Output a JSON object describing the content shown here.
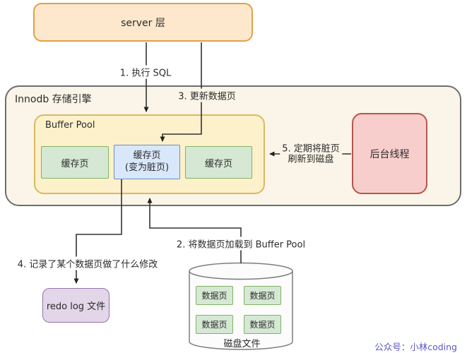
{
  "nodes": {
    "server": {
      "label": "server 层"
    },
    "innodb": {
      "label": "Innodb 存储引擎"
    },
    "buffer_pool": {
      "label": "Buffer Pool"
    },
    "cache_page_left": {
      "label": "缓存页"
    },
    "dirty_page": {
      "line1": "缓存页",
      "line2": "(变为脏页)"
    },
    "cache_page_right": {
      "label": "缓存页"
    },
    "background_thread": {
      "label": "后台线程"
    },
    "redo_log": {
      "label": "redo log 文件"
    },
    "disk": {
      "label": "磁盘文件",
      "pages": [
        "数据页",
        "数据页",
        "数据页",
        "数据页"
      ]
    }
  },
  "edges": {
    "step1": {
      "label": "1. 执行 SQL"
    },
    "step2": {
      "label": "2. 将数据页加载到 Buffer Pool"
    },
    "step3": {
      "label": "3. 更新数据页"
    },
    "step4": {
      "label": "4. 记录了某个数据页做了什么修改"
    },
    "step5": {
      "line1": "5. 定期将脏页",
      "line2": "刷新到磁盘"
    }
  },
  "watermark": "公众号：小林coding",
  "palette": {
    "server_fill": "#fde8cd",
    "server_stroke": "#e2a049",
    "innodb_fill": "#faf5e8",
    "innodb_stroke": "#6e6e6e",
    "buffer_pool_fill": "#fcf1ca",
    "buffer_pool_stroke": "#d9b964",
    "cache_fill": "#d5e8d4",
    "cache_stroke": "#82b366",
    "dirty_fill": "#d9e7fa",
    "dirty_stroke": "#6c8ebf",
    "thread_fill": "#f8cecc",
    "thread_stroke": "#b85450",
    "redo_fill": "#e2d6e8",
    "redo_stroke": "#9673a6",
    "disk_fill": "#fcfcfc",
    "disk_stroke": "#7d7d7d",
    "wire": "#333333",
    "watermark": "#5b57c7"
  }
}
